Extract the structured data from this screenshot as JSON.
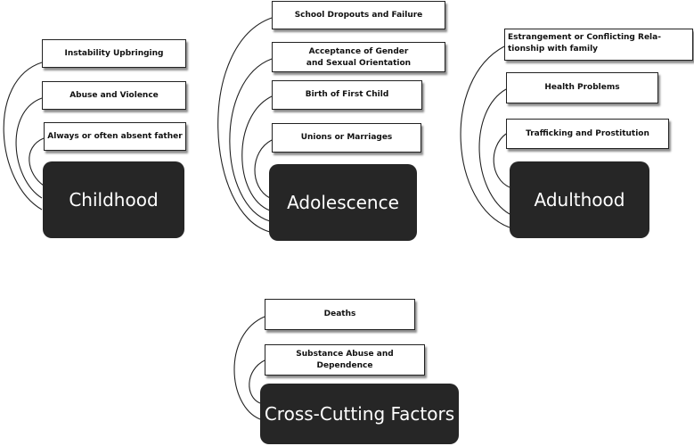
{
  "childhood": {
    "title": "Childhood",
    "items": [
      "Instability Upbringing",
      "Abuse and Violence",
      "Always or often absent father"
    ]
  },
  "adolescence": {
    "title": "Adolescence",
    "items": [
      "School Dropouts and Failure",
      "Acceptance of Gender\nand Sexual Orientation",
      "Birth of First Child",
      "Unions or Marriages"
    ]
  },
  "adulthood": {
    "title": "Adulthood",
    "items": [
      "Estrangement or Conflicting Rela-\ntionship with family",
      "Health Problems",
      "Trafficking and Prostitution"
    ]
  },
  "crosscutting": {
    "title": "Cross-Cutting Factors",
    "items": [
      "Deaths",
      "Substance Abuse and Dependence"
    ]
  }
}
